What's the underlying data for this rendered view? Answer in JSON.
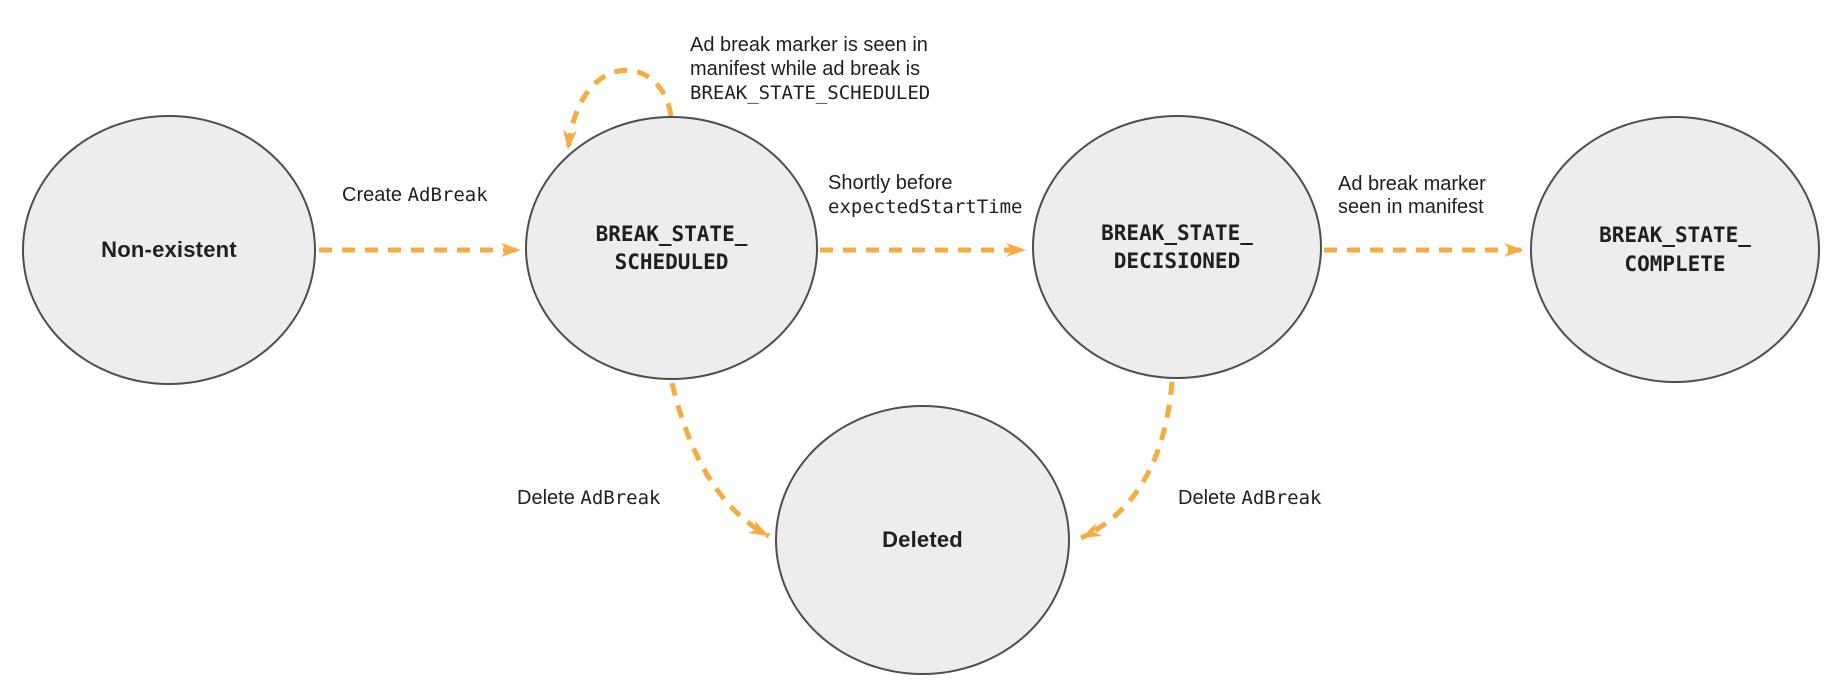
{
  "colors": {
    "arrow": "#F9AB40",
    "node-fill": "#EDEDED",
    "node-border": "#4E4E4E",
    "text": "#1F1F1F"
  },
  "states": {
    "non_existent": {
      "label": "Non-existent"
    },
    "scheduled": {
      "label": "BREAK_STATE_\nSCHEDULED"
    },
    "decisioned": {
      "label": "BREAK_STATE_\nDECISIONED"
    },
    "complete": {
      "label": "BREAK_STATE_\nCOMPLETE"
    },
    "deleted": {
      "label": "Deleted"
    }
  },
  "edges": {
    "create": {
      "text": "Create ",
      "code": "AdBreak"
    },
    "self_loop": {
      "line1": "Ad break marker is seen in",
      "line2": "manifest while ad break is",
      "code": "BREAK_STATE_SCHEDULED"
    },
    "decision": {
      "line1": "Shortly before",
      "code": "expectedStartTime"
    },
    "complete": {
      "line1": "Ad break marker",
      "line2": "seen in manifest"
    },
    "delete_left": {
      "text": "Delete ",
      "code": "AdBreak"
    },
    "delete_right": {
      "text": "Delete ",
      "code": "AdBreak"
    }
  }
}
